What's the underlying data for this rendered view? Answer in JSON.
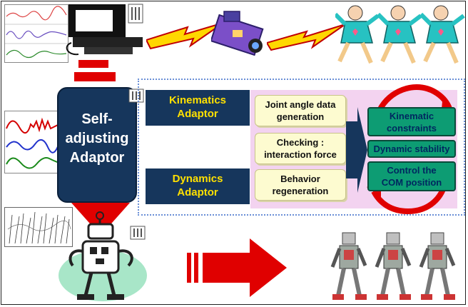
{
  "self_adjusting_adaptor": {
    "line1": "Self-",
    "line2": "adjusting",
    "line3": "Adaptor"
  },
  "kinematics_adaptor": {
    "line1": "Kinematics",
    "line2": "Adaptor"
  },
  "dynamics_adaptor": {
    "line1": "Dynamics",
    "line2": "Adaptor"
  },
  "process_steps": [
    {
      "line1": "Joint angle data",
      "line2": "generation"
    },
    {
      "line1": "Checking :",
      "line2": "interaction force"
    },
    {
      "line1": "Behavior",
      "line2": "regeneration"
    }
  ],
  "constraints": [
    {
      "line1": "Kinematic",
      "line2": "constraints"
    },
    {
      "line1": "Dynamic stability"
    },
    {
      "line1": "Control the",
      "line2": "COM position"
    }
  ],
  "colors": {
    "navy": "#16365c",
    "yellow": "#ffe000",
    "red": "#e00000",
    "teal": "#0d9c73",
    "pink_panel": "#f3d3f0",
    "cream": "#fdfbd0"
  }
}
